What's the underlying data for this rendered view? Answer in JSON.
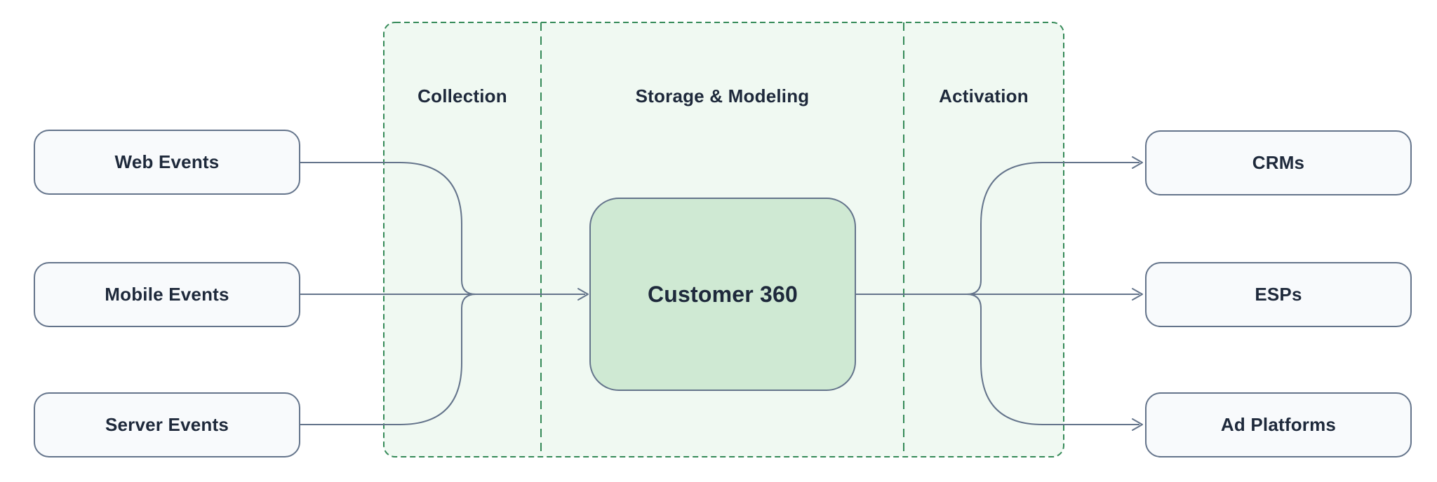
{
  "diagram": {
    "sections": [
      {
        "label": "Collection"
      },
      {
        "label": "Storage & Modeling"
      },
      {
        "label": "Activation"
      }
    ],
    "sources": [
      {
        "label": "Web Events"
      },
      {
        "label": "Mobile Events"
      },
      {
        "label": "Server Events"
      }
    ],
    "hub": {
      "label": "Customer 360"
    },
    "destinations": [
      {
        "label": "CRMs"
      },
      {
        "label": "ESPs"
      },
      {
        "label": "Ad Platforms"
      }
    ]
  },
  "colors": {
    "canvas-bg": "#ffffff",
    "section-fill": "#f0f9f2",
    "section-border": "#358a58",
    "node-fill": "#f8fafc",
    "node-border": "#64748b",
    "hub-fill": "#cfe9d3",
    "connector": "#64748b",
    "text": "#1e293b"
  }
}
